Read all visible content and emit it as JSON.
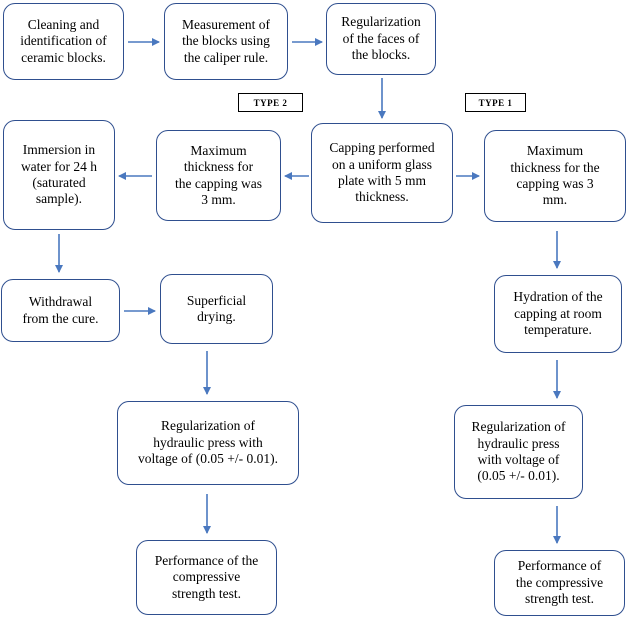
{
  "steps": {
    "cleaning": "Cleaning and\nidentification of\nceramic blocks.",
    "measurement": "Measurement of\nthe blocks using\nthe caliper rule.",
    "regularization_faces": "Regularization\nof the faces of\nthe blocks.",
    "capping": "Capping performed\non a uniform glass\nplate with 5 mm\nthickness.",
    "max_thickness_type2": "Maximum\nthickness for\nthe capping was\n3 mm.",
    "max_thickness_type1": "Maximum\nthickness for the\ncapping was 3\nmm.",
    "immersion": "Immersion in\nwater for 24 h\n(saturated\nsample).",
    "withdrawal": "Withdrawal\nfrom the cure.",
    "superficial_drying": "Superficial\ndrying.",
    "hydration": "Hydration of the\ncapping at room\ntemperature.",
    "press_type2": "Regularization of\nhydraulic press with\nvoltage of (0.05 +/- 0.01).",
    "press_type1": "Regularization of\nhydraulic press\nwith voltage of\n(0.05 +/- 0.01).",
    "compressive_type2": "Performance of the\ncompressive\nstrength test.",
    "compressive_type1": "Performance of\nthe compressive\nstrength test."
  },
  "labels": {
    "type2": "TYPE 2",
    "type1": "TYPE 1"
  },
  "colors": {
    "box_border": "#2f4f8f",
    "arrow": "#4a78bf"
  }
}
